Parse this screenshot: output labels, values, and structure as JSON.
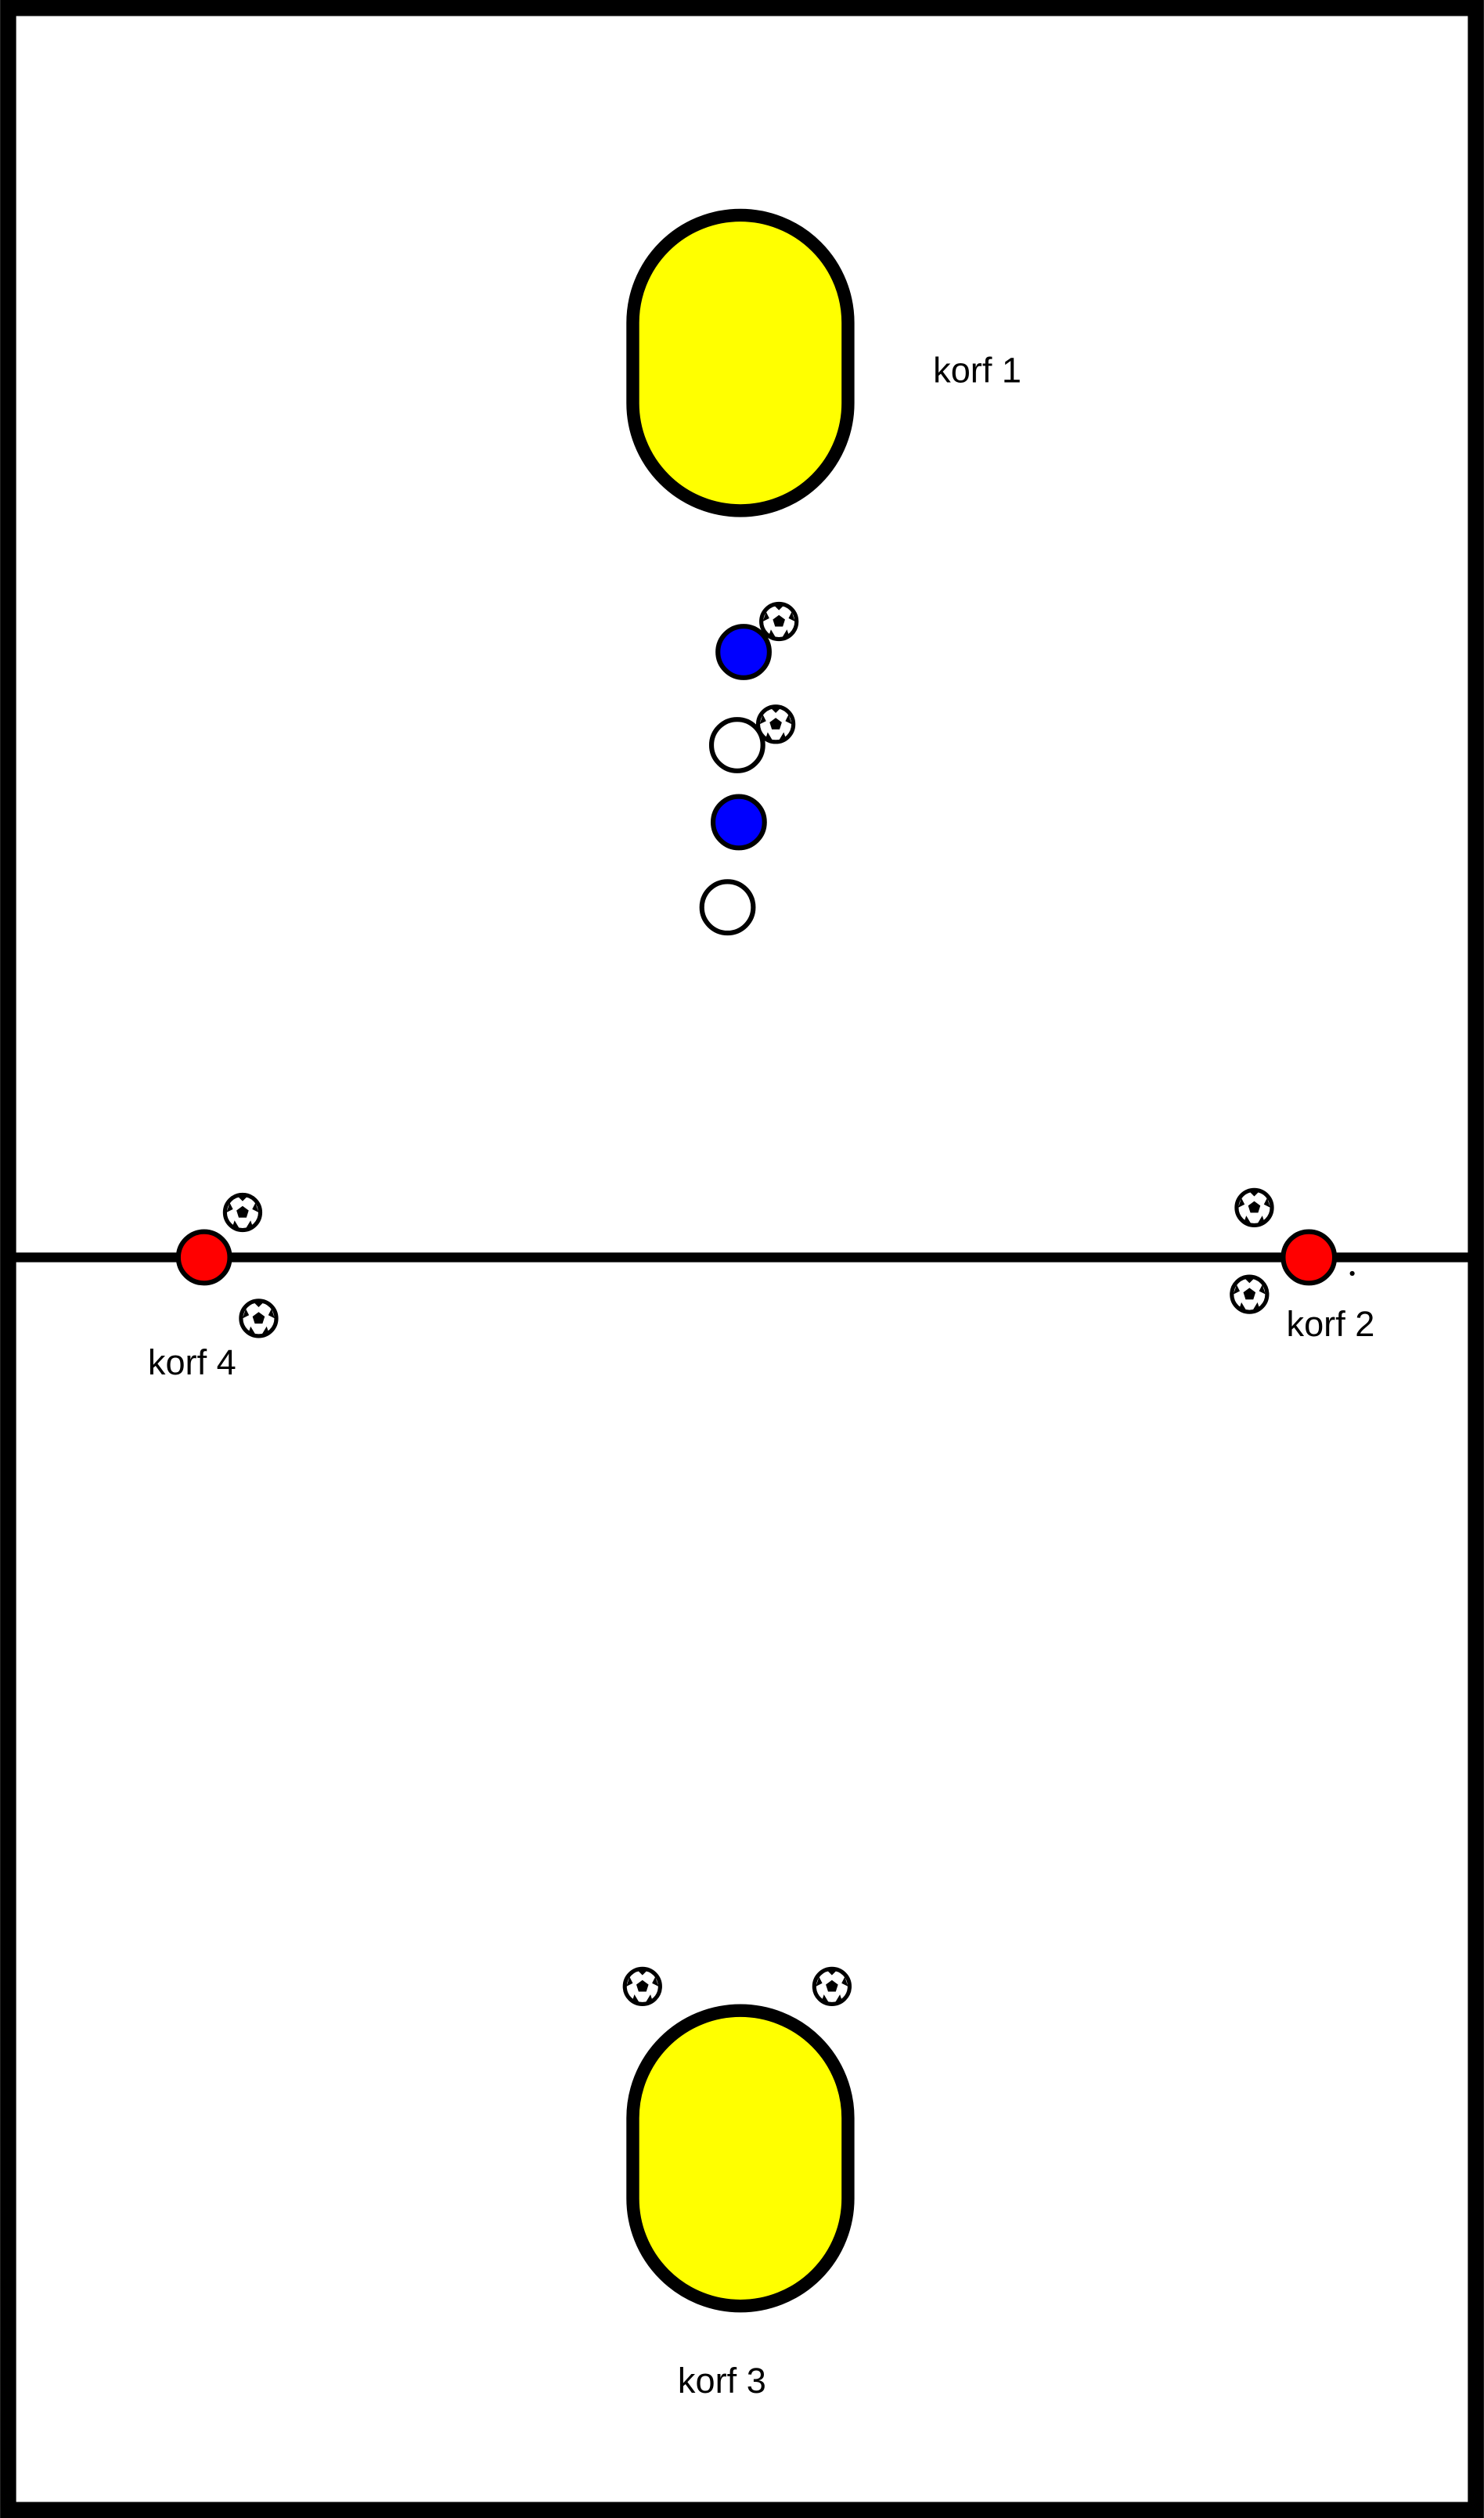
{
  "colors": {
    "korf": "#ffff00",
    "attacker": "#0000ff",
    "defender": "#ffffff",
    "post": "#ff0000",
    "line": "#000000"
  },
  "labels": {
    "korf1": "korf 1",
    "korf2": "korf 2",
    "korf3": "korf 3",
    "korf4": "korf 4"
  },
  "icons": {
    "ball": "soccer-ball-icon"
  }
}
